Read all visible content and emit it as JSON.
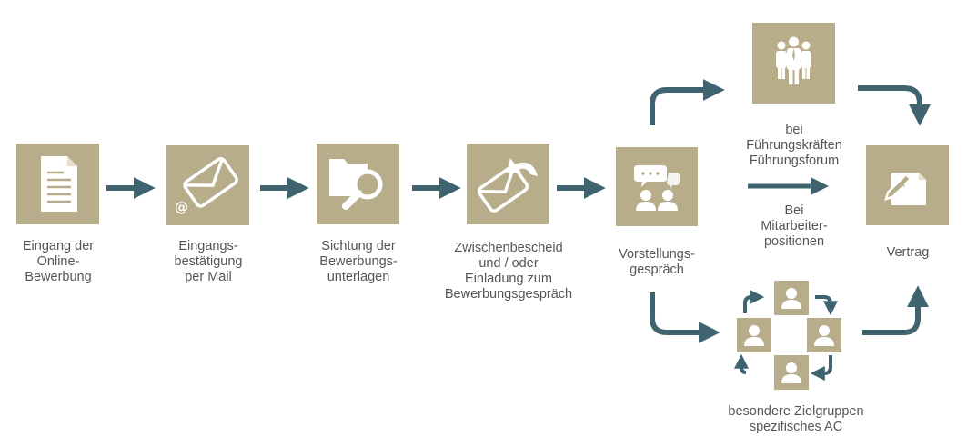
{
  "steps": [
    {
      "icon": "document-icon",
      "label": "Eingang der\nOnline-\nBewerbung"
    },
    {
      "icon": "email-at-icon",
      "label": "Eingangs-\nbestätigung\nper Mail"
    },
    {
      "icon": "folder-search-icon",
      "label": "Sichtung der\nBewerbungs-\nunterlagen"
    },
    {
      "icon": "email-reply-icon",
      "label": "Zwischenbescheid\nund / oder\nEinladung zum\nBewerbungsgespräch"
    },
    {
      "icon": "interview-chat-icon",
      "label": "Vorstellungs-\ngespräch"
    },
    {
      "icon": "group-people-icon",
      "label": "bei\nFührungskräften\nFührungsforum"
    },
    {
      "icon": "contract-edit-icon",
      "label": "Vertrag"
    }
  ],
  "middle_label": "Bei\nMitarbeiter-\npositionen",
  "bottom_label": "besondere Zielgruppen\nspezifisches AC",
  "colors": {
    "box": "#b8ad8a",
    "arrow": "#3f6470",
    "icon": "#ffffff",
    "text": "#555555"
  }
}
